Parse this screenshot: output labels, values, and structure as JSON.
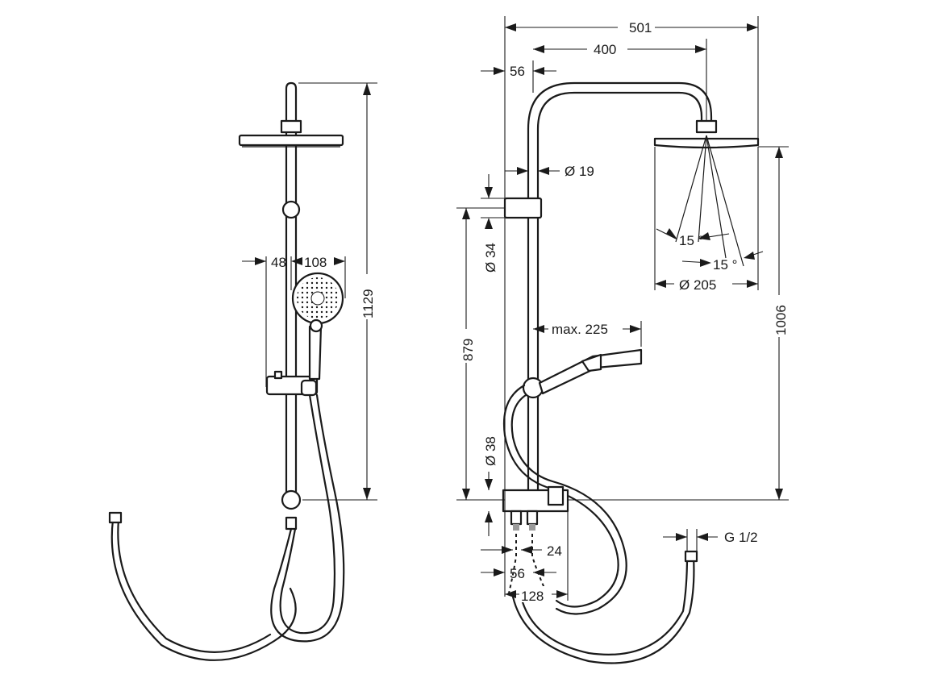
{
  "dimensions": {
    "front": {
      "height_total": "1129",
      "handshower_offset": "48",
      "handshower_diameter": "108"
    },
    "side": {
      "width_total": "501",
      "arm_projection": "400",
      "wall_to_pipe": "56",
      "pipe_diameter": "Ø 19",
      "bracket_diameter": "Ø 34",
      "bracket_height": "879",
      "handshower_reach": "max. 225",
      "valve_diameter": "Ø 38",
      "overhead_height": "1006",
      "spray_angle_left": "15 °",
      "spray_angle_right": "15 °",
      "overhead_diameter": "Ø 205",
      "inlet_thread": "G 1/2",
      "inlet_spacing_small": "24",
      "inlet_offset": "56",
      "inlet_spacing_large": "128"
    }
  }
}
